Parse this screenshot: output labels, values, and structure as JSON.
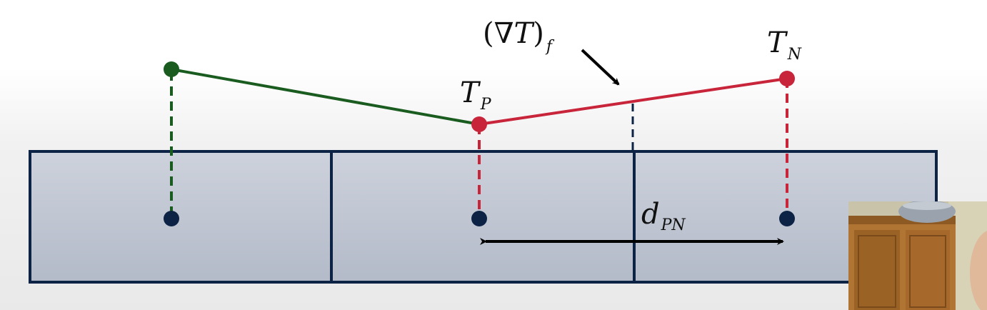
{
  "labels": {
    "grad_open": "(∇",
    "grad_var": "T",
    "grad_close": ")",
    "grad_sub": "f",
    "tp_main": "T",
    "tp_sub": "P",
    "tn_main": "T",
    "tn_sub": "N",
    "dpn_main": "d",
    "dpn_sub": "PN"
  },
  "colors": {
    "cell_fill": "#bfc5d2",
    "cell_border": "#0d2346",
    "centroid": "#0d2346",
    "green_series": "#1a5c1f",
    "red_series": "#c8243a",
    "arrow": "#000000"
  },
  "overlay": {
    "type": "webcam-thumbnail"
  }
}
